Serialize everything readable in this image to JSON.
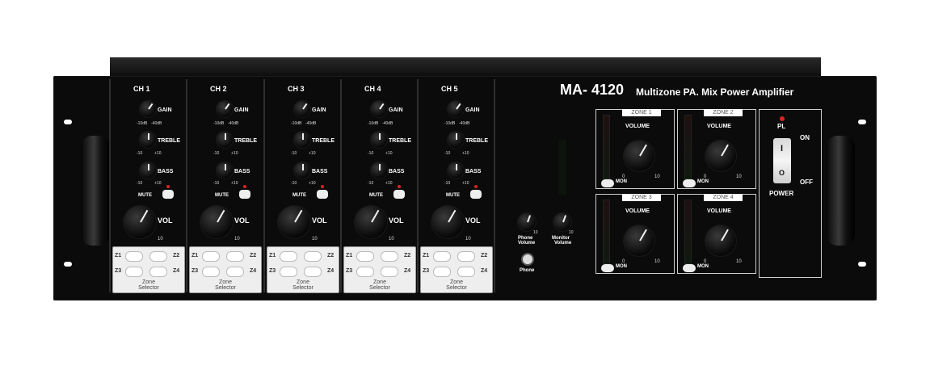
{
  "brand": {
    "model": "MA- 4120",
    "description": "Multizone PA.  Mix Power Amplifier"
  },
  "channels": [
    {
      "name": "CH 1"
    },
    {
      "name": "CH 2"
    },
    {
      "name": "CH 3"
    },
    {
      "name": "CH 4"
    },
    {
      "name": "CH 5"
    }
  ],
  "channel_labels": {
    "gain": "GAIN",
    "treble": "TREBLE",
    "bass": "BASS",
    "mute": "MUTE",
    "vol": "VOL",
    "vol_max": "10",
    "gain_min": "-10dB",
    "gain_max": "-40dB",
    "tone_min": "-10",
    "tone_max": "+10"
  },
  "zone_selector": {
    "z1": "Z1",
    "z2": "Z2",
    "z3": "Z3",
    "z4": "Z4",
    "title_line1": "Zone",
    "title_line2": "Selector"
  },
  "phones": {
    "phone_volume_1": "Phone",
    "phone_volume_2": "Volume",
    "monitor_volume_1": "Monitor",
    "monitor_volume_2": "Volume",
    "phone_jack": "Phone",
    "knob_max": "10"
  },
  "zones": [
    {
      "tag": "ZONE 1",
      "volume": "VOLUME",
      "mon": "MON",
      "min": "0",
      "max": "10"
    },
    {
      "tag": "ZONE 2",
      "volume": "VOLUME",
      "mon": "MON",
      "min": "0",
      "max": "10"
    },
    {
      "tag": "ZONE 3",
      "volume": "VOLUME",
      "mon": "MON",
      "min": "0",
      "max": "10"
    },
    {
      "tag": "ZONE 4",
      "volume": "VOLUME",
      "mon": "MON",
      "min": "0",
      "max": "10"
    }
  ],
  "power": {
    "pl": "PL",
    "on": "ON",
    "off": "OFF",
    "label": "POWER",
    "switch_top": "I",
    "switch_bottom": "O"
  },
  "colors": {
    "panel": "#0b0b0b",
    "text": "#ffffff",
    "led": "#dd2222",
    "button": "#eeeeee"
  }
}
